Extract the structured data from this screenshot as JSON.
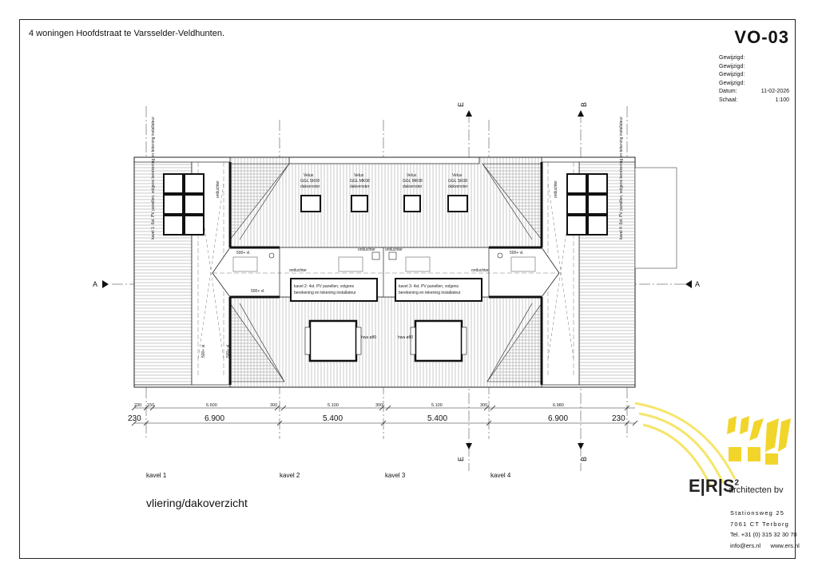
{
  "header": {
    "project": "4 woningen Hoofdstraat te Varsselder-Veldhunten.",
    "sheet": "VO-03"
  },
  "meta": {
    "rows": [
      {
        "label": "Gewijzigd:",
        "value": ""
      },
      {
        "label": "Gewijzigd:",
        "value": ""
      },
      {
        "label": "Gewijzigd:",
        "value": ""
      },
      {
        "label": "Gewijzigd:",
        "value": ""
      },
      {
        "label": "Datum:",
        "value": "11-02-2026"
      },
      {
        "label": "Schaal:",
        "value": "1:100"
      }
    ]
  },
  "section_marks": {
    "a": "A",
    "b": "B",
    "e": "E"
  },
  "velux": [
    {
      "l1": "Velux",
      "l2": "GGL SK08",
      "l3": "dakvenster"
    },
    {
      "l1": "Velux",
      "l2": "GGL MK08",
      "l3": "dakvenster"
    },
    {
      "l1": "Velux",
      "l2": "GGL MK08",
      "l3": "dakvenster"
    },
    {
      "l1": "Velux",
      "l2": "GGL SK08",
      "l3": "dakvenster"
    }
  ],
  "pv_notes": {
    "side_1": "kavel 1: 6st. PV panellen, volgens berekening en tekening installateur",
    "side_4": "kavel 4: 6st. PV panellen, volgens berekening en tekening installateur",
    "mid_2": [
      "kavel 2: 4st. PV panellen, volgens",
      "berekening en tekening installateur"
    ],
    "mid_3": [
      "kavel 3: 4st. PV panellen, volgens",
      "berekening en tekening installateur"
    ]
  },
  "small_labels": {
    "vl_500": "500+ vl.",
    "ontluchter": "ontluchter",
    "hwa": "hwa ø80"
  },
  "dims_small": [
    "230",
    "150",
    "6.600",
    "300",
    "5.100",
    "300",
    "5.100",
    "300",
    "6.980"
  ],
  "dims_large": [
    "230",
    "6.900",
    "5.400",
    "5.400",
    "6.900",
    "230"
  ],
  "kavels": [
    "kavel 1",
    "kavel 2",
    "kavel 3",
    "kavel 4"
  ],
  "view_title": "vliering/dakoverzicht",
  "company": {
    "logo": "E|R|S",
    "sup": "2",
    "name": "architecten bv",
    "street": "Stationsweg 25",
    "city": "7061 CT Terborg",
    "tel": "Tel. +31 (0) 315 32 30 70",
    "web": "info@ers.nl      www.ers.nl"
  },
  "colors": {
    "logo_yellow": "#f2d52a",
    "line": "#222222"
  }
}
